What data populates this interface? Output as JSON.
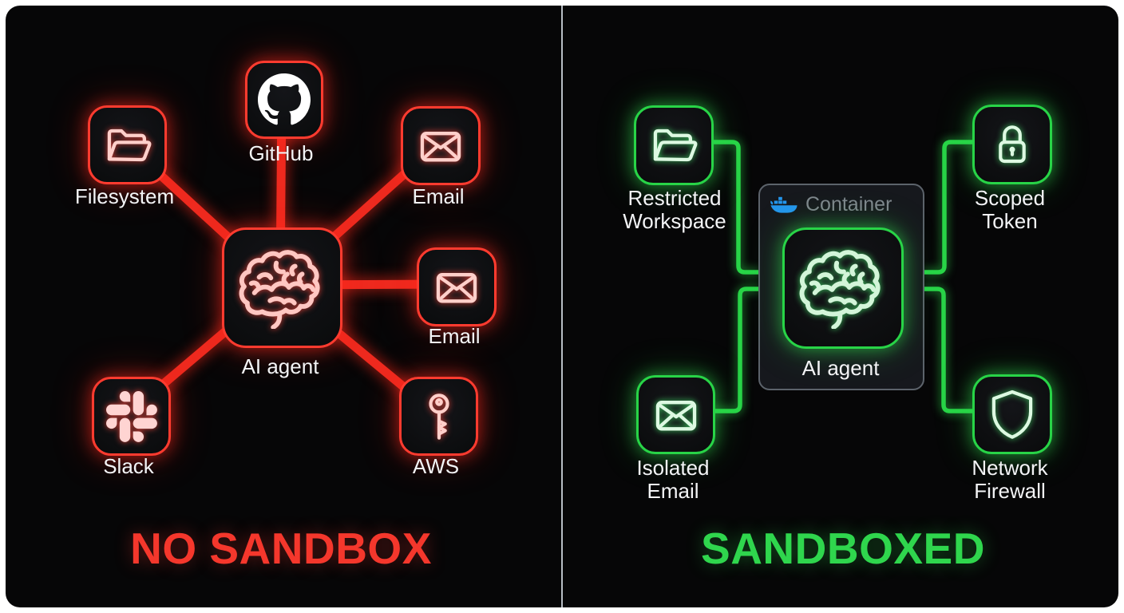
{
  "left": {
    "title": "NO SANDBOX",
    "center_label": "AI agent",
    "nodes": [
      {
        "label": "Filesystem",
        "icon": "folder"
      },
      {
        "label": "GitHub",
        "icon": "github"
      },
      {
        "label": "Email",
        "icon": "envelope"
      },
      {
        "label": "Email",
        "icon": "envelope"
      },
      {
        "label": "Slack",
        "icon": "slack"
      },
      {
        "label": "AWS",
        "icon": "key"
      }
    ]
  },
  "right": {
    "title": "SANDBOXED",
    "container_label": "Container",
    "center_label": "AI agent",
    "nodes": [
      {
        "line1": "Restricted",
        "line2": "Workspace",
        "icon": "folder"
      },
      {
        "line1": "Scoped",
        "line2": "Token",
        "icon": "lock"
      },
      {
        "line1": "Isolated",
        "line2": "Email",
        "icon": "envelope"
      },
      {
        "line1": "Network",
        "line2": "Firewall",
        "icon": "shield"
      }
    ]
  },
  "colors": {
    "red-line": "#ee2a1f",
    "red-border": "#ff3b2f",
    "green": "#28d447",
    "docker-blue": "#2496ed"
  }
}
